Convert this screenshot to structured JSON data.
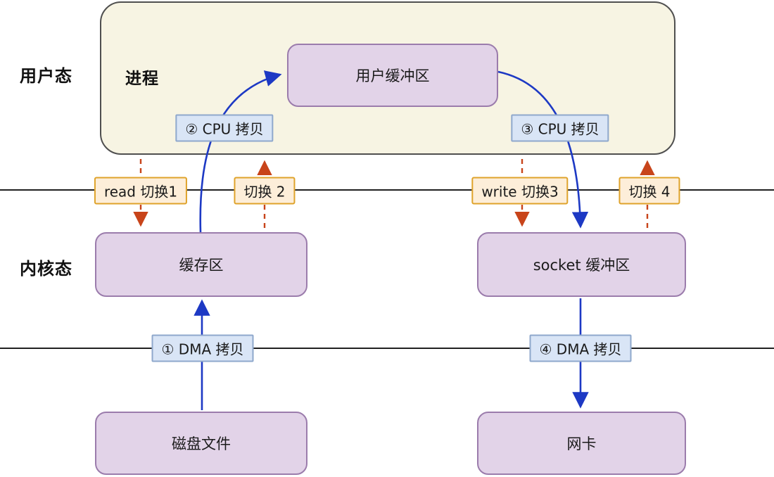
{
  "diagram": {
    "regions": {
      "user_mode_label": "用户态",
      "kernel_mode_label": "内核态",
      "process_label": "进程"
    },
    "nodes": {
      "user_buffer": "用户缓冲区",
      "kernel_buffer": "缓存区",
      "socket_buffer": "socket 缓冲区",
      "disk_file": "磁盘文件",
      "nic": "网卡"
    },
    "copy_tags": {
      "dma_copy_1": "① DMA 拷贝",
      "cpu_copy_2": "② CPU 拷贝",
      "cpu_copy_3": "③ CPU 拷贝",
      "dma_copy_4": "④ DMA 拷贝"
    },
    "switch_tags": {
      "switch_1": "read 切换1",
      "switch_2": "切换 2",
      "switch_3": "write 切换3",
      "switch_4": "切换 4"
    },
    "colors": {
      "process_fill": "#F7F4E3",
      "process_border": "#4F4F4F",
      "node_fill": "#E2D3E8",
      "node_border": "#9B7CAC",
      "copy_tag_fill": "#D9E5F6",
      "copy_tag_border": "#8FA8CC",
      "switch_tag_fill": "#FDEED9",
      "switch_tag_border": "#DFA32B",
      "data_arrow": "#1D39C4",
      "switch_arrow": "#C8441A",
      "divider_line": "#000000"
    }
  }
}
